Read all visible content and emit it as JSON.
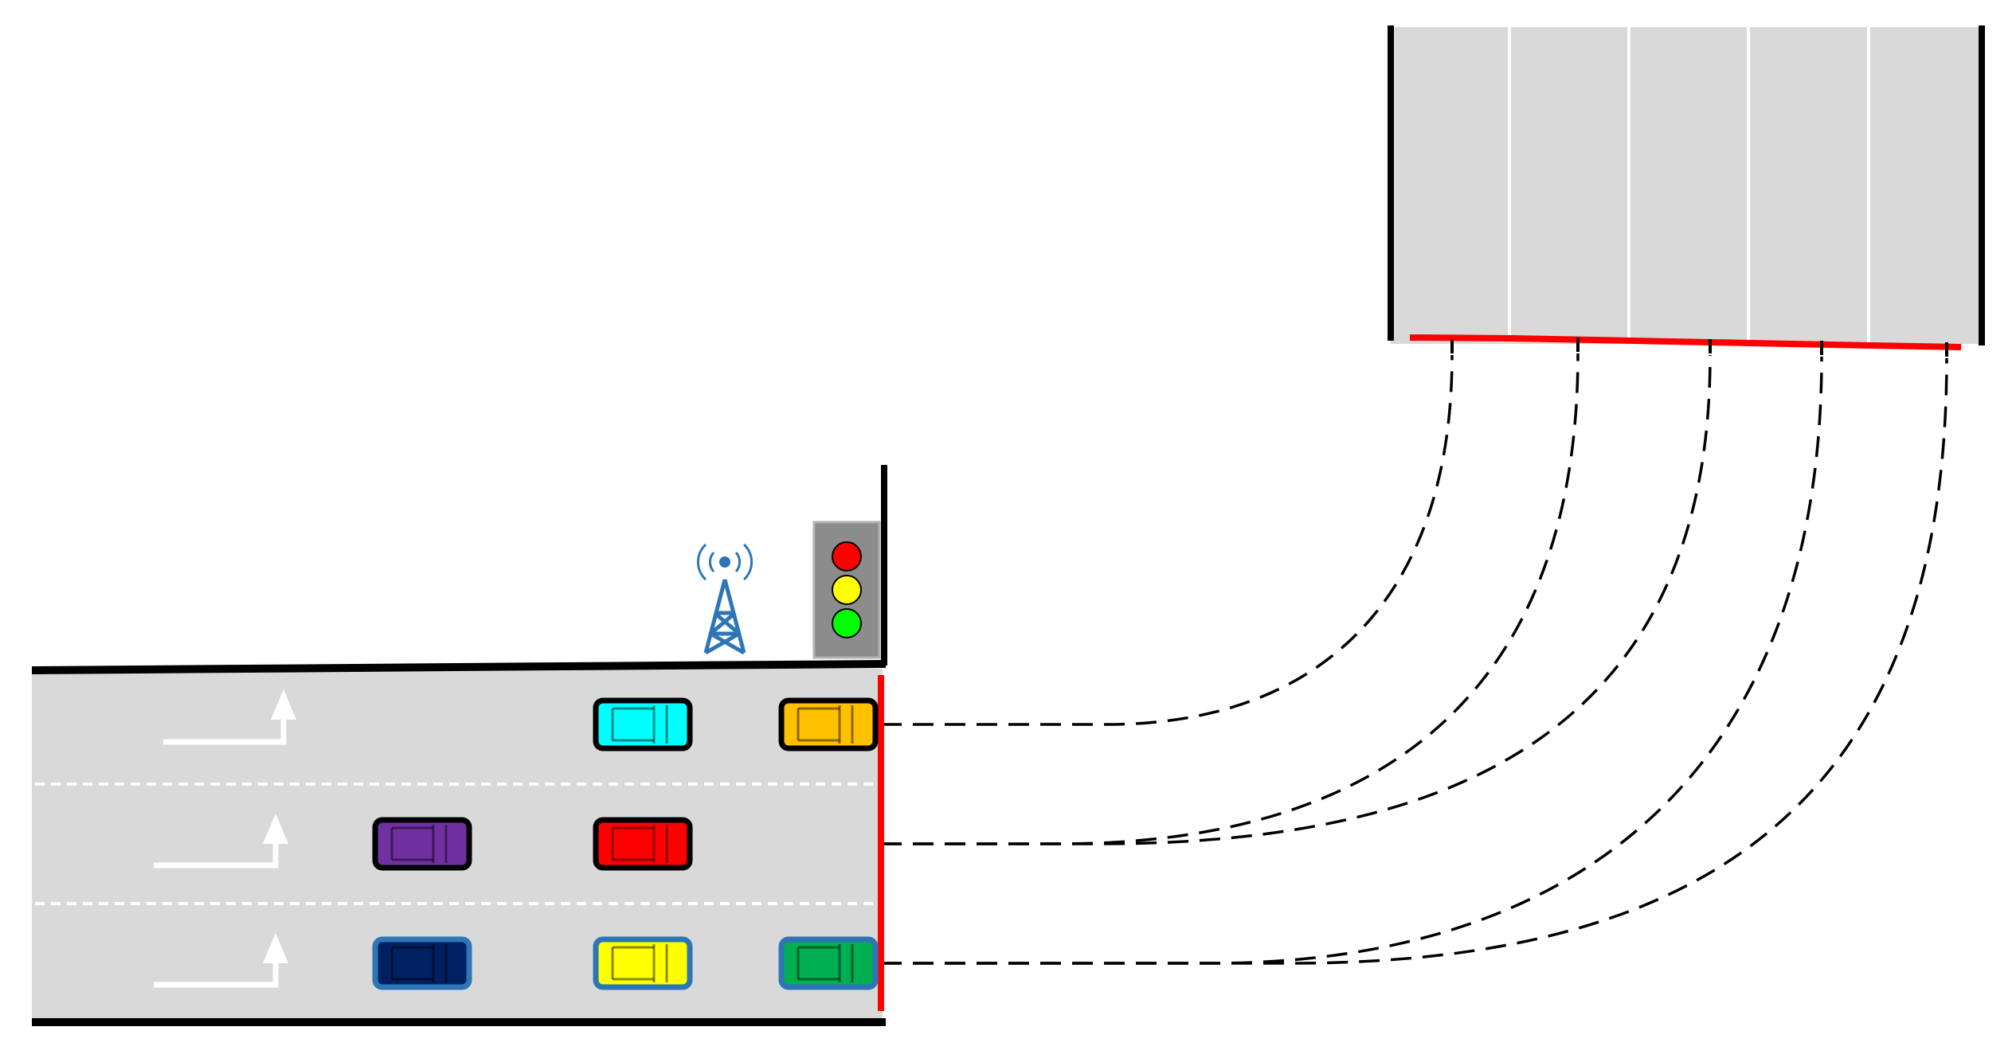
{
  "diagram": {
    "colors": {
      "road": "#d9d9d9",
      "curb": "#000000",
      "stop_line": "#ff0000",
      "lane_marking": "#ffffff",
      "connector": "#000000",
      "tower": "#2e75b6",
      "signal_housing": "#8c8c8c"
    },
    "traffic_light": {
      "lamps": [
        {
          "name": "red",
          "color": "#ff0000"
        },
        {
          "name": "yellow",
          "color": "#ffff00"
        },
        {
          "name": "green",
          "color": "#00ff00"
        }
      ]
    },
    "approach_lanes": [
      {
        "lane": 1,
        "arrow": "left-turn-arrow"
      },
      {
        "lane": 2,
        "arrow": "left-turn-arrow"
      },
      {
        "lane": 3,
        "arrow": "left-turn-arrow"
      }
    ],
    "exit_lanes": 5,
    "turning_paths": 5,
    "vehicles": [
      {
        "lane": 1,
        "slot": "middle",
        "color": "#00ffff",
        "border": "#000000"
      },
      {
        "lane": 1,
        "slot": "front",
        "color": "#ffc000",
        "border": "#000000"
      },
      {
        "lane": 2,
        "slot": "rear",
        "color": "#7030a0",
        "border": "#000000"
      },
      {
        "lane": 2,
        "slot": "middle",
        "color": "#ff0000",
        "border": "#000000"
      },
      {
        "lane": 3,
        "slot": "rear",
        "color": "#002060",
        "border": "#2e75b6"
      },
      {
        "lane": 3,
        "slot": "middle",
        "color": "#ffff00",
        "border": "#2e75b6"
      },
      {
        "lane": 3,
        "slot": "front",
        "color": "#00b050",
        "border": "#2e75b6"
      }
    ]
  }
}
